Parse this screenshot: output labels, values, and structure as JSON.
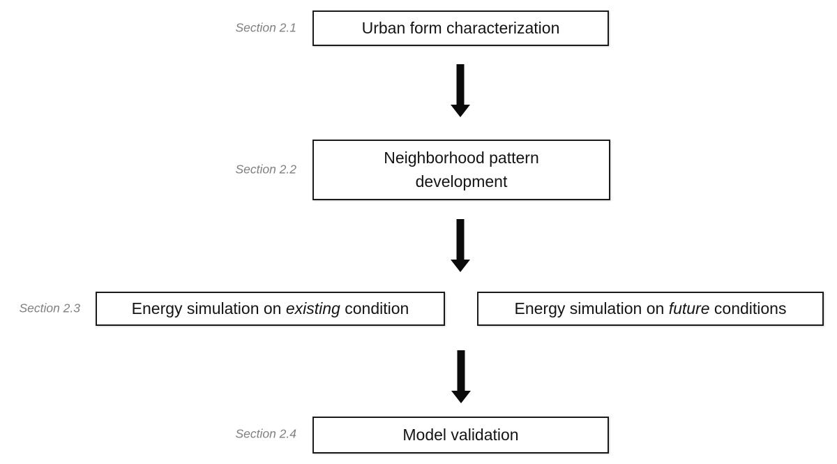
{
  "figure": {
    "colors": {
      "background": "#ffffff",
      "box_border": "#1a1a1a",
      "box_fill": "#ffffff",
      "box_text": "#141414",
      "section_label": "#808080",
      "arrow": "#0b0b0b"
    },
    "rows": {
      "row1": {
        "section": "Section 2.1",
        "box": "Urban form characterization"
      },
      "row2": {
        "section": "Section 2.2",
        "box_lines": [
          "Neighborhood pattern",
          "development"
        ]
      },
      "row3": {
        "section": "Section 2.3",
        "box_left": {
          "prefix": "Energy simulation on ",
          "emphasis": "existing",
          "suffix": " condition"
        },
        "box_right": {
          "prefix": "Energy simulation on ",
          "emphasis": "future",
          "suffix": " conditions"
        }
      },
      "row4": {
        "section": "Section 2.4",
        "box": "Model validation"
      }
    },
    "arrows": {
      "count": 3,
      "direction": "down"
    }
  }
}
